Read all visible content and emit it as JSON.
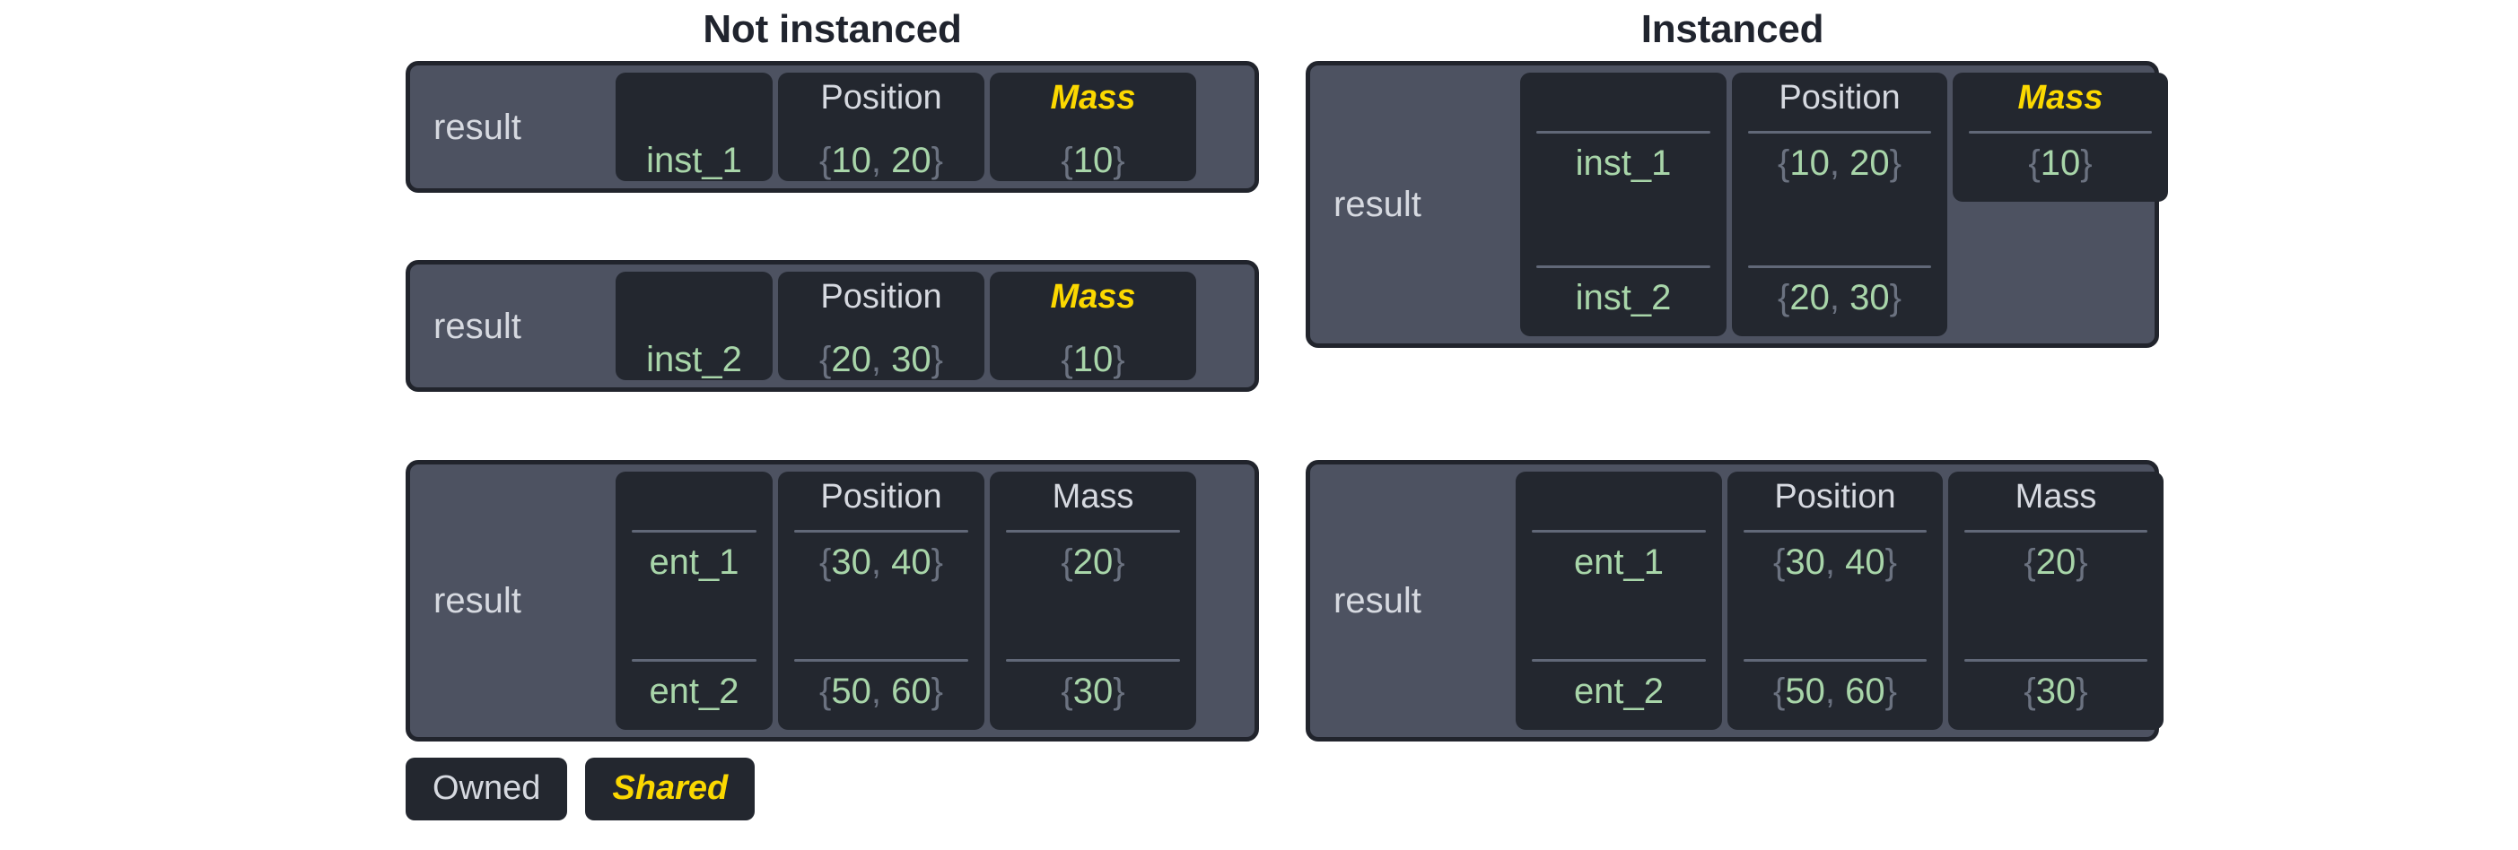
{
  "headings": {
    "left": "Not instanced",
    "right": "Instanced"
  },
  "labels": {
    "result": "result",
    "position": "Position",
    "mass": "Mass",
    "blank": ""
  },
  "legend": {
    "owned": "Owned",
    "shared": "Shared"
  },
  "colors": {
    "page_bg": "#ffffff",
    "heading_text": "#20242e",
    "card_bg": "#4d5261",
    "card_border": "#21242c",
    "column_bg": "#23272f",
    "owned_text": "#d6d9e0",
    "shared_text": "#fbd800",
    "value_text": "#a8d5a9",
    "brace_text": "#6b7280",
    "rule": "#616878"
  },
  "cards": [
    {
      "id": "not-instanced-inst-1",
      "group": "not-instanced",
      "result_label": "result",
      "columns": [
        {
          "header": "",
          "ownership": "blank",
          "rows": [
            "inst_1"
          ]
        },
        {
          "header": "Position",
          "ownership": "owned",
          "rows": [
            "{10, 20}"
          ]
        },
        {
          "header": "Mass",
          "ownership": "shared",
          "rows": [
            "{10}"
          ]
        }
      ]
    },
    {
      "id": "not-instanced-inst-2",
      "group": "not-instanced",
      "result_label": "result",
      "columns": [
        {
          "header": "",
          "ownership": "blank",
          "rows": [
            "inst_2"
          ]
        },
        {
          "header": "Position",
          "ownership": "owned",
          "rows": [
            "{20, 30}"
          ]
        },
        {
          "header": "Mass",
          "ownership": "shared",
          "rows": [
            "{10}"
          ]
        }
      ]
    },
    {
      "id": "not-instanced-ent",
      "group": "not-instanced",
      "result_label": "result",
      "columns": [
        {
          "header": "",
          "ownership": "blank",
          "rows": [
            "ent_1",
            "ent_2"
          ]
        },
        {
          "header": "Position",
          "ownership": "owned",
          "rows": [
            "{30, 40}",
            "{50, 60}"
          ]
        },
        {
          "header": "Mass",
          "ownership": "owned",
          "rows": [
            "{20}",
            "{30}"
          ]
        }
      ]
    },
    {
      "id": "instanced-inst",
      "group": "instanced",
      "result_label": "result",
      "columns": [
        {
          "header": "",
          "ownership": "blank",
          "rows": [
            "inst_1",
            "inst_2"
          ]
        },
        {
          "header": "Position",
          "ownership": "owned",
          "rows": [
            "{10, 20}",
            "{20, 30}"
          ]
        },
        {
          "header": "Mass",
          "ownership": "shared",
          "rows": [
            "{10}"
          ]
        }
      ]
    },
    {
      "id": "instanced-ent",
      "group": "instanced",
      "result_label": "result",
      "columns": [
        {
          "header": "",
          "ownership": "blank",
          "rows": [
            "ent_1",
            "ent_2"
          ]
        },
        {
          "header": "Position",
          "ownership": "owned",
          "rows": [
            "{30, 40}",
            "{50, 60}"
          ]
        },
        {
          "header": "Mass",
          "ownership": "owned",
          "rows": [
            "{20}",
            "{30}"
          ]
        }
      ]
    }
  ]
}
